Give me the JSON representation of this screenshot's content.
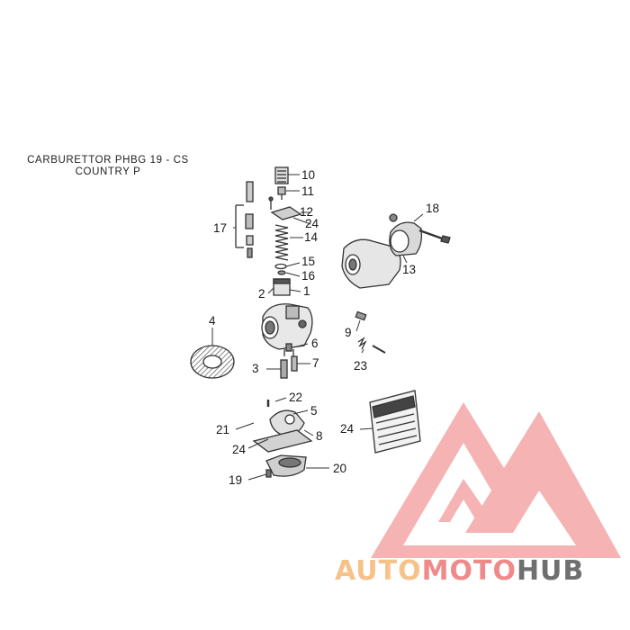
{
  "title": {
    "line1": "CARBURETTOR PHBG 19 - CS",
    "line2": "COUNTRY P"
  },
  "callouts": {
    "c10": "10",
    "c11": "11",
    "c12": "12",
    "c24a": "24",
    "c14": "14",
    "c17": "17",
    "c15": "15",
    "c16": "16",
    "c2": "2",
    "c1": "1",
    "c18": "18",
    "c13": "13",
    "c4": "4",
    "c9": "9",
    "c6": "6",
    "c7": "7",
    "c3": "3",
    "c23": "23",
    "c22": "22",
    "c5": "5",
    "c21": "21",
    "c8": "8",
    "c24b": "24",
    "c24c": "24",
    "c20": "20",
    "c19": "19"
  },
  "watermark": {
    "part1": "AUTO",
    "part2": "MOTO",
    "part3": "HUB",
    "colors": {
      "auto": "#f6c28a",
      "moto": "#f08a8a",
      "hub": "#6f6f6f",
      "triangle": "#f39a9a"
    }
  }
}
